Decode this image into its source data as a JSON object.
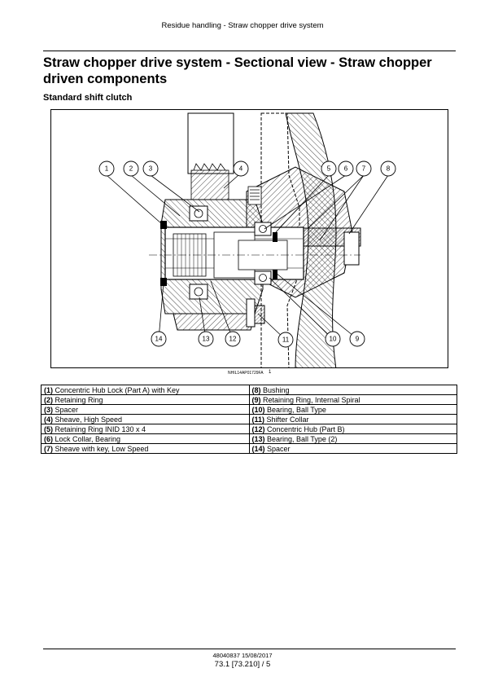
{
  "header": {
    "running_title": "Residue handling - Straw chopper drive system"
  },
  "title": "Straw chopper drive system - Sectional view - Straw chopper driven components",
  "subtitle": "Standard shift clutch",
  "figure": {
    "code": "NHIL14AP01729FA",
    "number": "1",
    "callouts": [
      "1",
      "2",
      "3",
      "4",
      "5",
      "6",
      "7",
      "8",
      "14",
      "13",
      "12",
      "11",
      "10",
      "9"
    ]
  },
  "legend": {
    "left": [
      {
        "num": "(1)",
        "text": " Concentric Hub Lock (Part A) with Key"
      },
      {
        "num": "(2)",
        "text": " Retaining Ring"
      },
      {
        "num": "(3)",
        "text": " Spacer"
      },
      {
        "num": "(4)",
        "text": " Sheave, High Speed"
      },
      {
        "num": "(5)",
        "text": " Retaining Ring INID 130 x 4"
      },
      {
        "num": "(6)",
        "text": " Lock Collar, Bearing"
      },
      {
        "num": "(7)",
        "text": " Sheave with key, Low Speed"
      }
    ],
    "right": [
      {
        "num": "(8)",
        "text": " Bushing"
      },
      {
        "num": "(9)",
        "text": " Retaining Ring, Internal Spiral"
      },
      {
        "num": "(10)",
        "text": " Bearing, Ball Type"
      },
      {
        "num": "(11)",
        "text": " Shifter Collar"
      },
      {
        "num": "(12)",
        "text": " Concentric Hub (Part B)"
      },
      {
        "num": "(13)",
        "text": " Bearing, Ball Type (2)"
      },
      {
        "num": "(14)",
        "text": " Spacer"
      }
    ]
  },
  "footer": {
    "doc_id": "48040837 15/08/2017",
    "page_ref": "73.1 [73.210] / 5"
  }
}
